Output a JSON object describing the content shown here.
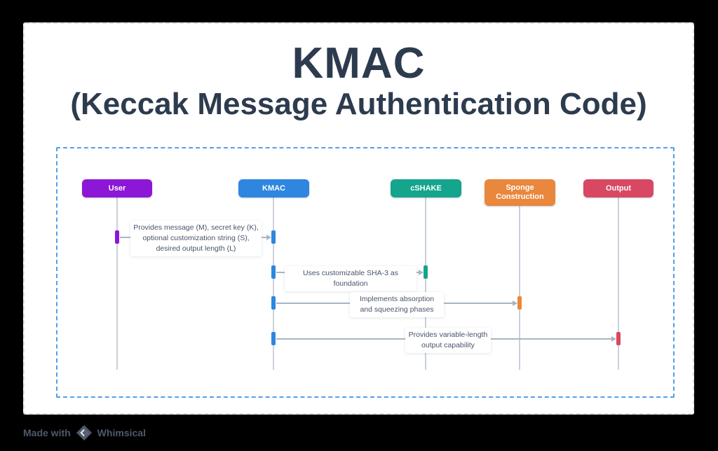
{
  "title": "KMAC",
  "subtitle": "(Keccak Message Authentication Code)",
  "colors": {
    "title": "#2D3B4E",
    "card_border": "#D6DFE9",
    "diagram_border": "#55A0E8",
    "lifeline": "#C8D1DB",
    "arrow": "#A9B5C2",
    "label_text": "#47546B",
    "footer_text": "#4E5A6B"
  },
  "diagram": {
    "participants": [
      {
        "name": "User",
        "color": "#8D17D6"
      },
      {
        "name": "KMAC",
        "color": "#2E86E0"
      },
      {
        "name": "cSHAKE",
        "color": "#15A48C"
      },
      {
        "name": "Sponge Construction",
        "color": "#E9873C"
      },
      {
        "name": "Output",
        "color": "#D84862"
      }
    ],
    "messages": [
      {
        "from": "User",
        "to": "KMAC",
        "text": "Provides message (M), secret key (K), optional customization string (S), desired output length (L)"
      },
      {
        "from": "KMAC",
        "to": "cSHAKE",
        "text": "Uses customizable SHA-3 as foundation"
      },
      {
        "from": "KMAC",
        "to": "Sponge Construction",
        "text": "Implements absorption and squeezing phases"
      },
      {
        "from": "KMAC",
        "to": "Output",
        "text": "Provides variable-length output capability"
      }
    ]
  },
  "footer": {
    "made_with": "Made with",
    "brand": "Whimsical",
    "logo": "whimsical-diamond-icon"
  }
}
